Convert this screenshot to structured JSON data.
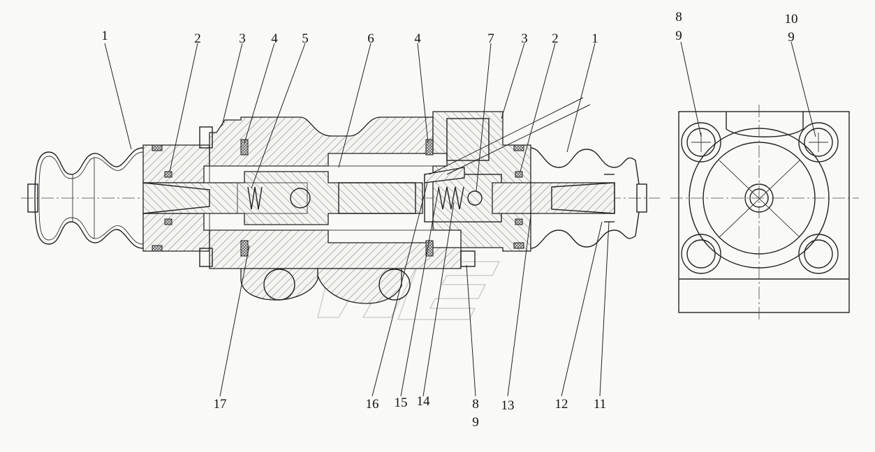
{
  "callouts": [
    {
      "id": "c1",
      "text": "1"
    },
    {
      "id": "c2",
      "text": "2"
    },
    {
      "id": "c3",
      "text": "3"
    },
    {
      "id": "c4",
      "text": "4"
    },
    {
      "id": "c5",
      "text": "5"
    },
    {
      "id": "c6",
      "text": "6"
    },
    {
      "id": "c4b",
      "text": "4"
    },
    {
      "id": "c7",
      "text": "7"
    },
    {
      "id": "c3b",
      "text": "3"
    },
    {
      "id": "c2b",
      "text": "2"
    },
    {
      "id": "c1b",
      "text": "1"
    },
    {
      "id": "c8t",
      "text": "8"
    },
    {
      "id": "c9t",
      "text": "9"
    },
    {
      "id": "c10",
      "text": "10"
    },
    {
      "id": "c9t2",
      "text": "9"
    },
    {
      "id": "c17",
      "text": "17"
    },
    {
      "id": "c16",
      "text": "16"
    },
    {
      "id": "c15",
      "text": "15"
    },
    {
      "id": "c14",
      "text": "14"
    },
    {
      "id": "c8b",
      "text": "8"
    },
    {
      "id": "c9b",
      "text": "9"
    },
    {
      "id": "c13",
      "text": "13"
    },
    {
      "id": "c12",
      "text": "12"
    },
    {
      "id": "c11",
      "text": "11"
    }
  ]
}
